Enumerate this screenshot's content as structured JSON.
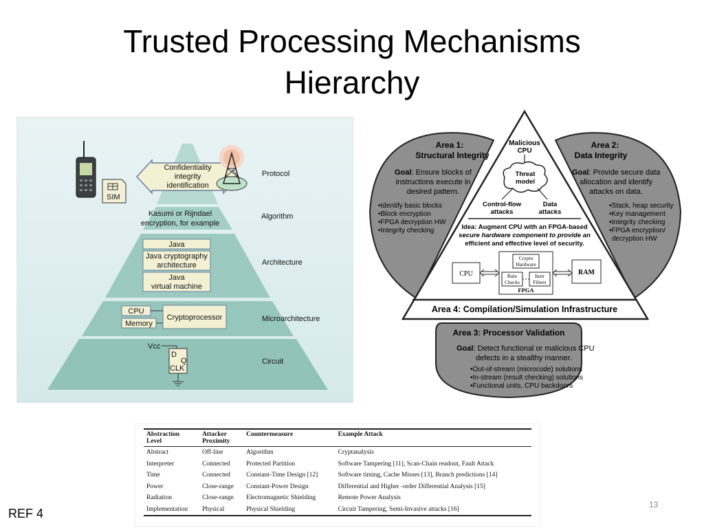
{
  "title": {
    "line1": "Trusted Processing Mechanisms",
    "line2": "Hierarchy"
  },
  "pyramid": {
    "levels": [
      "Protocol",
      "Algorithm",
      "Architecture",
      "Microarchitecture",
      "Circuit"
    ],
    "protocol_box": [
      "Confidentiality",
      "integrity",
      "identification"
    ],
    "sim_label": "SIM",
    "algorithm_text": [
      "Kasumi or Rijndael",
      "encryption, for example"
    ],
    "architecture_boxes": [
      "Java",
      "Java cryptography",
      "architecture",
      "Java",
      "virtual machine"
    ],
    "micro": {
      "cpu": "CPU",
      "memory": "Memory",
      "crypto": "Cryptoprocessor"
    },
    "circuit": {
      "vcc": "Vcc",
      "d": "D",
      "q": "Q",
      "clk": "CLK"
    }
  },
  "triangle": {
    "area1": {
      "title": [
        "Area 1:",
        "Structural Integrity"
      ],
      "goal_label": "Goal",
      "goal": [
        ": Ensure blocks of",
        "instructions execute in",
        "desired pattern."
      ],
      "bullets": [
        "•Identify basic blocks",
        "•Block encryption",
        "•FPGA decryption HW",
        "•Integrity checking"
      ]
    },
    "area2": {
      "title": [
        "Area 2:",
        "Data Integrity"
      ],
      "goal_label": "Goal",
      "goal": [
        ": Provide secure data",
        "allocation and identify",
        "attacks on data."
      ],
      "bullets": [
        "•Stack, heap security",
        "•Key management",
        "•Integrity checking",
        "•FPGA encryption/",
        "decryption HW"
      ]
    },
    "area3": {
      "title": "Area 3: Processor Validation",
      "goal_label": "Goal",
      "goal": [
        ": Detect functional or malicious CPU",
        "defects in a stealthy manner."
      ],
      "bullets": [
        "•Out-of-stream (microcode) solutions",
        "•In-stream (result checking) solutions",
        "•Functional units, CPU backdoors"
      ]
    },
    "area4": "Area 4: Compilation/Simulation Infrastructure",
    "center": {
      "malicious_cpu": [
        "Malicious",
        "CPU"
      ],
      "threat_model": [
        "Threat",
        "model"
      ],
      "control_flow": [
        "Control-flow",
        "attacks"
      ],
      "data_attacks": [
        "Data",
        "attacks"
      ],
      "idea": [
        "Idea: Augment CPU with an FPGA-based",
        "secure hardware component to provide an",
        "efficient and effective level of security."
      ]
    },
    "diagram": {
      "cpu": "CPU",
      "ram": "RAM",
      "fpga": "FPGA",
      "crypto": [
        "Crypto",
        "Hardware"
      ],
      "rule": [
        "Rule",
        "Checks"
      ],
      "instr": [
        "Instr",
        "Filters"
      ]
    }
  },
  "table": {
    "headers": [
      [
        "Abstraction",
        "Level"
      ],
      [
        "Attacker",
        "Proximity"
      ],
      [
        "Countermeasure",
        ""
      ],
      [
        "Example Attack",
        ""
      ]
    ],
    "rows": [
      [
        "Abstract",
        "Off-line",
        "Algorithm",
        "Cryptanalysis"
      ],
      [
        "Interpreter",
        "Connected",
        "Protected Partition",
        "Software Tampering [11], Scan-Chain readout, Fault Attack"
      ],
      [
        "Time",
        "Connected",
        "Constant-Time Design [12]",
        "Software timing, Cache Misses [13], Branch predictions [14]"
      ],
      [
        "Power",
        "Close-range",
        "Constant-Power Design",
        "Differential and Higher -order Differential Analysis [15]"
      ],
      [
        "Radiation",
        "Close-range",
        "Electromagnetic Shielding",
        "Remote Power Analysis"
      ],
      [
        "Implementation",
        "Physical",
        "Physical Shielding",
        "Circuit Tampering, Semi-Invasive attacks [16]"
      ]
    ]
  },
  "ref_label": "REF 4",
  "page_number": "13"
}
